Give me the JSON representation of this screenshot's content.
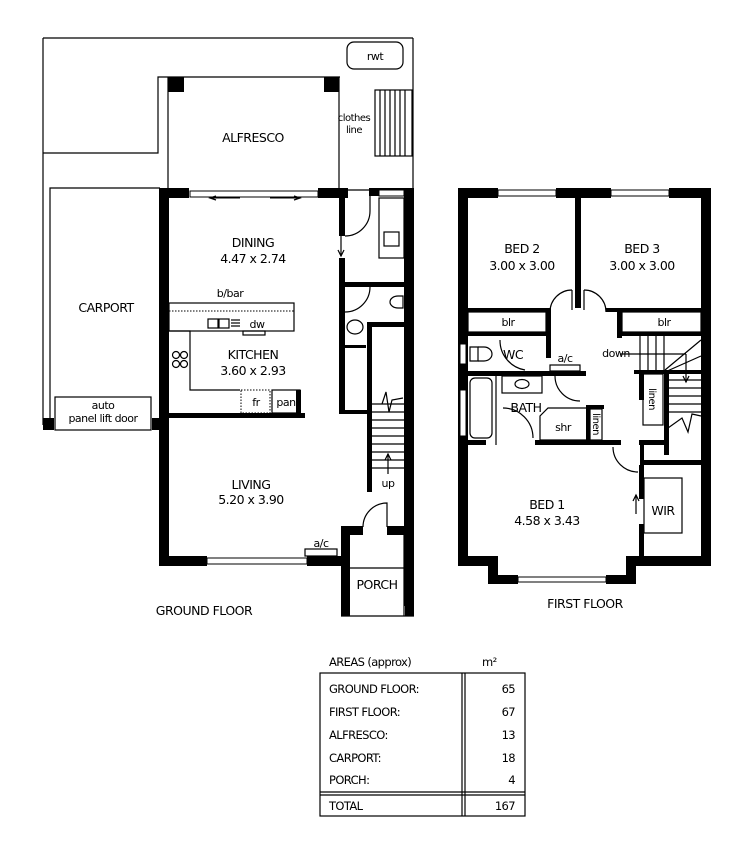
{
  "ground_floor": {
    "title": "GROUND FLOOR",
    "rooms": [
      {
        "id": "alfresco",
        "name": "ALFRESCO",
        "dims": ""
      },
      {
        "id": "carport",
        "name": "CARPORT",
        "dims": ""
      },
      {
        "id": "dining",
        "name": "DINING",
        "dims": "4.47 x 2.74"
      },
      {
        "id": "kitchen",
        "name": "KITCHEN",
        "dims": "3.60 x 2.93"
      },
      {
        "id": "living",
        "name": "LIVING",
        "dims": "5.20 x 3.90"
      },
      {
        "id": "porch",
        "name": "PORCH",
        "dims": ""
      }
    ],
    "annotations": {
      "rwt": "rwt",
      "clothes_line_1": "clothes",
      "clothes_line_2": "line",
      "bbar": "b/bar",
      "dw": "dw",
      "fr": "fr",
      "pan": "pan",
      "auto_door_1": "auto",
      "auto_door_2": "panel lift door",
      "ac": "a/c",
      "up": "up"
    }
  },
  "first_floor": {
    "title": "FIRST FLOOR",
    "rooms": [
      {
        "id": "bed2",
        "name": "BED 2",
        "dims": "3.00 x 3.00"
      },
      {
        "id": "bed3",
        "name": "BED 3",
        "dims": "3.00 x 3.00"
      },
      {
        "id": "bed1",
        "name": "BED 1",
        "dims": "4.58 x 3.43"
      },
      {
        "id": "bath",
        "name": "BATH",
        "dims": ""
      },
      {
        "id": "wc",
        "name": "WC",
        "dims": ""
      },
      {
        "id": "wir",
        "name": "WIR",
        "dims": ""
      }
    ],
    "annotations": {
      "blr_left": "blr",
      "blr_right": "blr",
      "ac": "a/c",
      "down": "down",
      "shr": "shr",
      "linen_bath": "linen",
      "linen_hall": "linen"
    }
  },
  "areas_table": {
    "title": "AREAS (approx)",
    "unit": "m²",
    "rows": [
      {
        "label": "GROUND FLOOR:",
        "value": "65"
      },
      {
        "label": "FIRST FLOOR:",
        "value": "67"
      },
      {
        "label": "ALFRESCO:",
        "value": "13"
      },
      {
        "label": "CARPORT:",
        "value": "18"
      },
      {
        "label": "PORCH:",
        "value": "4"
      }
    ],
    "total": {
      "label": "TOTAL",
      "value": "167"
    }
  }
}
